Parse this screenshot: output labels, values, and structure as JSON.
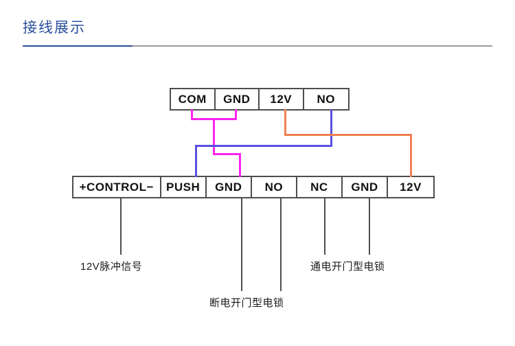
{
  "header": {
    "title": "接线展示",
    "accent_color": "#2b4f9e",
    "rule_color": "#9a9a96"
  },
  "diagram": {
    "top_connector": {
      "name": "controller-terminal-block",
      "terminals": [
        {
          "label": "COM",
          "wire_color": "#ff22ee"
        },
        {
          "label": "GND",
          "wire_color": "#ff22ee"
        },
        {
          "label": "12V",
          "wire_color": "#f08050"
        },
        {
          "label": "NO",
          "wire_color": "#5a4fe0"
        }
      ]
    },
    "bottom_connector": {
      "name": "device-terminal-block",
      "terminals": [
        {
          "label": "+CONTROL−"
        },
        {
          "label": "PUSH"
        },
        {
          "label": "GND"
        },
        {
          "label": "NO"
        },
        {
          "label": "NC"
        },
        {
          "label": "GND"
        },
        {
          "label": "12V"
        }
      ]
    },
    "wire_colors": {
      "magenta": "#ff22ee",
      "blue": "#5a4fe0",
      "orange": "#f08050",
      "black": "#4d4d4d"
    },
    "captions": {
      "pulse_signal": "12V脉冲信号",
      "power_on_lock": "通电开门型电锁",
      "power_off_lock": "断电开门型电锁"
    }
  }
}
